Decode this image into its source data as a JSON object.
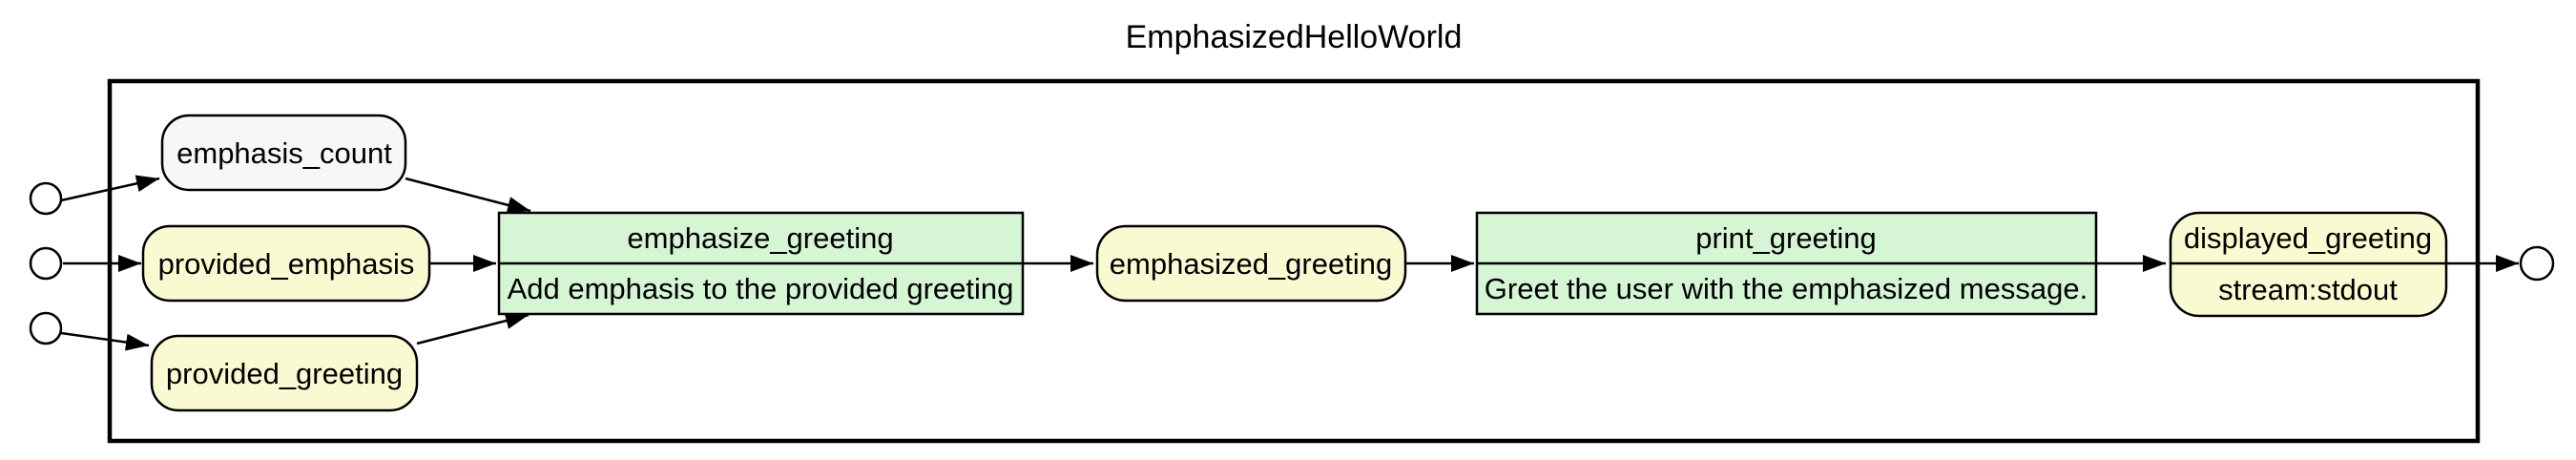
{
  "title": "EmphasizedHelloWorld",
  "colors": {
    "step_fill": "#D5F5D5",
    "data_fill": "#FAFAD2",
    "plain_fill": "#F7F7F7",
    "stroke": "#000000",
    "background": "#FFFFFF"
  },
  "nodes": {
    "emphasis_count": {
      "label": "emphasis_count"
    },
    "provided_emphasis": {
      "label": "provided_emphasis"
    },
    "provided_greeting": {
      "label": "provided_greeting"
    },
    "emphasize_greeting": {
      "label": "emphasize_greeting",
      "description": "Add emphasis to the provided greeting"
    },
    "emphasized_greeting": {
      "label": "emphasized_greeting"
    },
    "print_greeting": {
      "label": "print_greeting",
      "description": "Greet the user with the emphasized message."
    },
    "displayed_greeting": {
      "label": "displayed_greeting",
      "sublabel": "stream:stdout"
    }
  },
  "ports": {
    "input_count": 3,
    "output_count": 1
  },
  "edges": [
    {
      "from": "workflow_input_1",
      "to": "emphasis_count"
    },
    {
      "from": "workflow_input_2",
      "to": "provided_emphasis"
    },
    {
      "from": "workflow_input_3",
      "to": "provided_greeting"
    },
    {
      "from": "emphasis_count",
      "to": "emphasize_greeting"
    },
    {
      "from": "provided_emphasis",
      "to": "emphasize_greeting"
    },
    {
      "from": "provided_greeting",
      "to": "emphasize_greeting"
    },
    {
      "from": "emphasize_greeting",
      "to": "emphasized_greeting"
    },
    {
      "from": "emphasized_greeting",
      "to": "print_greeting"
    },
    {
      "from": "print_greeting",
      "to": "displayed_greeting"
    },
    {
      "from": "displayed_greeting",
      "to": "workflow_output_1"
    }
  ]
}
